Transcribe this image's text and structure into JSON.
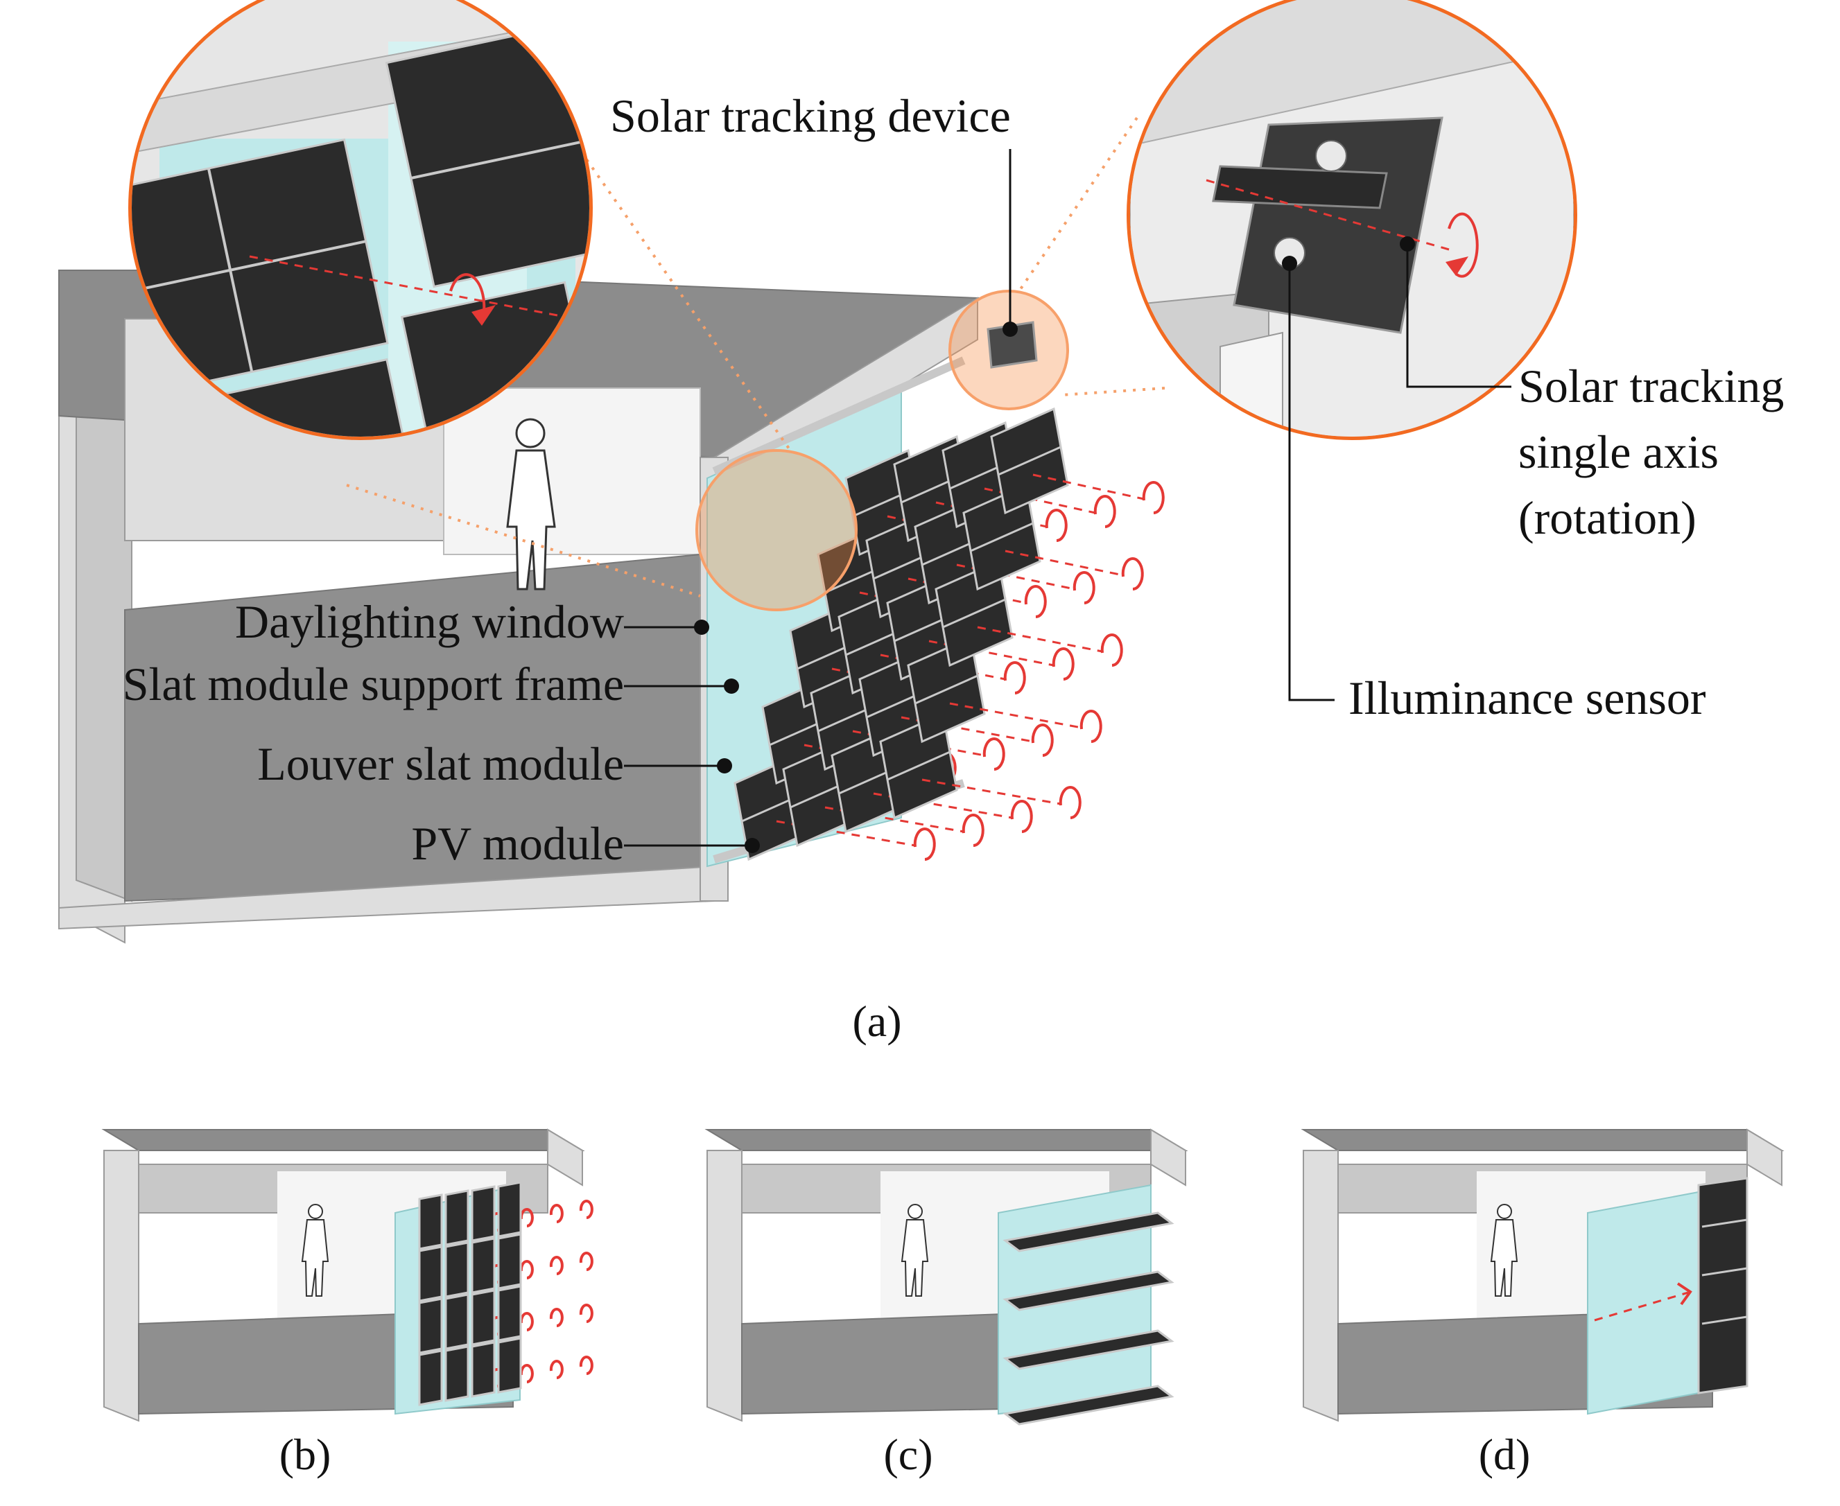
{
  "labels": {
    "solar_tracking_device": "Solar tracking device",
    "solar_tracking_axis_line1": "Solar tracking",
    "solar_tracking_axis_line2": "single axis",
    "solar_tracking_axis_line3": "(rotation)",
    "illuminance_sensor": "Illuminance sensor",
    "daylighting_window": "Daylighting window",
    "slat_module_support_frame": "Slat module support frame",
    "louver_slat_module": "Louver slat module",
    "pv_module": "PV module"
  },
  "captions": {
    "a": "(a)",
    "b": "(b)",
    "c": "(c)",
    "d": "(d)"
  },
  "colors": {
    "accent_orange": "#f26a21",
    "axis_red": "#e53935",
    "glass": "#bfe9ea",
    "pv_panel": "#2b2b2b"
  }
}
